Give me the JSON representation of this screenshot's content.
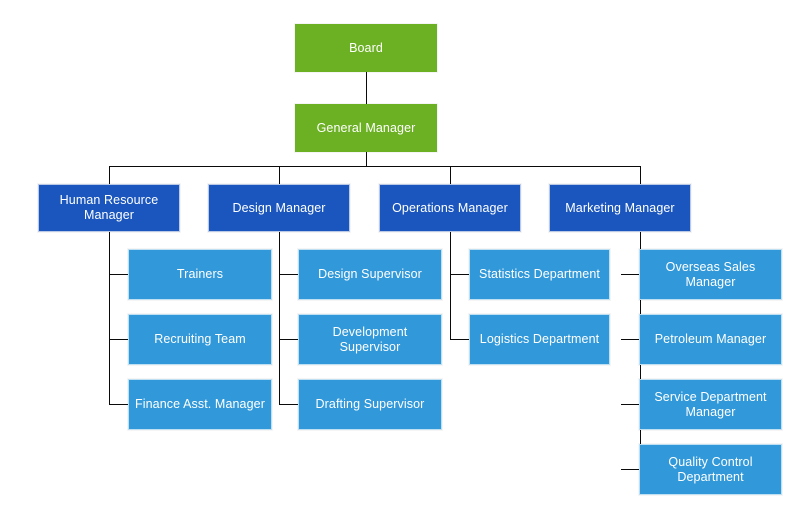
{
  "chart_data": {
    "type": "diagram",
    "diagram_type": "organization-chart",
    "title": "",
    "colors": {
      "root": "#6cb023",
      "level_two": "#1a56bd",
      "level_three": "#3198d9",
      "connector": "#0a0a0a",
      "background": "#ffffff",
      "text": "#ffffff"
    },
    "levels": 4,
    "nodes": [
      {
        "id": "board",
        "label": "Board",
        "level": 1,
        "parent": null
      },
      {
        "id": "general-manager",
        "label": "General Manager",
        "level": 2,
        "parent": "board"
      },
      {
        "id": "human-resource-manager",
        "label": "Human Resource Manager",
        "level": 3,
        "parent": "general-manager"
      },
      {
        "id": "design-manager",
        "label": "Design Manager",
        "level": 3,
        "parent": "general-manager"
      },
      {
        "id": "operations-manager",
        "label": "Operations Manager",
        "level": 3,
        "parent": "general-manager"
      },
      {
        "id": "marketing-manager",
        "label": "Marketing Manager",
        "level": 3,
        "parent": "general-manager"
      },
      {
        "id": "trainers",
        "label": "Trainers",
        "level": 4,
        "parent": "human-resource-manager"
      },
      {
        "id": "recruiting-team",
        "label": "Recruiting Team",
        "level": 4,
        "parent": "human-resource-manager"
      },
      {
        "id": "finance-asst-manager",
        "label": "Finance Asst. Manager",
        "level": 4,
        "parent": "human-resource-manager"
      },
      {
        "id": "design-supervisor",
        "label": "Design Supervisor",
        "level": 4,
        "parent": "design-manager"
      },
      {
        "id": "development-supervisor",
        "label": "Development Supervisor",
        "level": 4,
        "parent": "design-manager"
      },
      {
        "id": "drafting-supervisor",
        "label": "Drafting Supervisor",
        "level": 4,
        "parent": "design-manager"
      },
      {
        "id": "statistics-department",
        "label": "Statistics Department",
        "level": 4,
        "parent": "operations-manager"
      },
      {
        "id": "logistics-department",
        "label": "Logistics Department",
        "level": 4,
        "parent": "operations-manager"
      },
      {
        "id": "overseas-sales-manager",
        "label": "Overseas Sales Manager",
        "level": 4,
        "parent": "marketing-manager"
      },
      {
        "id": "petroleum-manager",
        "label": "Petroleum Manager",
        "level": 4,
        "parent": "marketing-manager"
      },
      {
        "id": "service-department-manager",
        "label": "Service Department Manager",
        "level": 4,
        "parent": "marketing-manager"
      },
      {
        "id": "quality-control-department",
        "label": "Quality Control Department",
        "level": 4,
        "parent": "marketing-manager"
      }
    ]
  },
  "org": {
    "root": {
      "label": "Board"
    },
    "general_manager": {
      "label": "General Manager"
    },
    "managers": [
      {
        "label": "Human Resource Manager"
      },
      {
        "label": "Design Manager"
      },
      {
        "label": "Operations Manager"
      },
      {
        "label": "Marketing Manager"
      }
    ],
    "hr_reports": [
      {
        "label": "Trainers"
      },
      {
        "label": "Recruiting Team"
      },
      {
        "label": "Finance Asst. Manager"
      }
    ],
    "design_reports": [
      {
        "label": "Design Supervisor"
      },
      {
        "label": "Development Supervisor"
      },
      {
        "label": "Drafting Supervisor"
      }
    ],
    "operations_reports": [
      {
        "label": "Statistics Department"
      },
      {
        "label": "Logistics Department"
      }
    ],
    "marketing_reports": [
      {
        "label": "Overseas Sales Manager"
      },
      {
        "label": "Petroleum Manager"
      },
      {
        "label": "Service Department Manager"
      },
      {
        "label": "Quality Control Department"
      }
    ]
  }
}
